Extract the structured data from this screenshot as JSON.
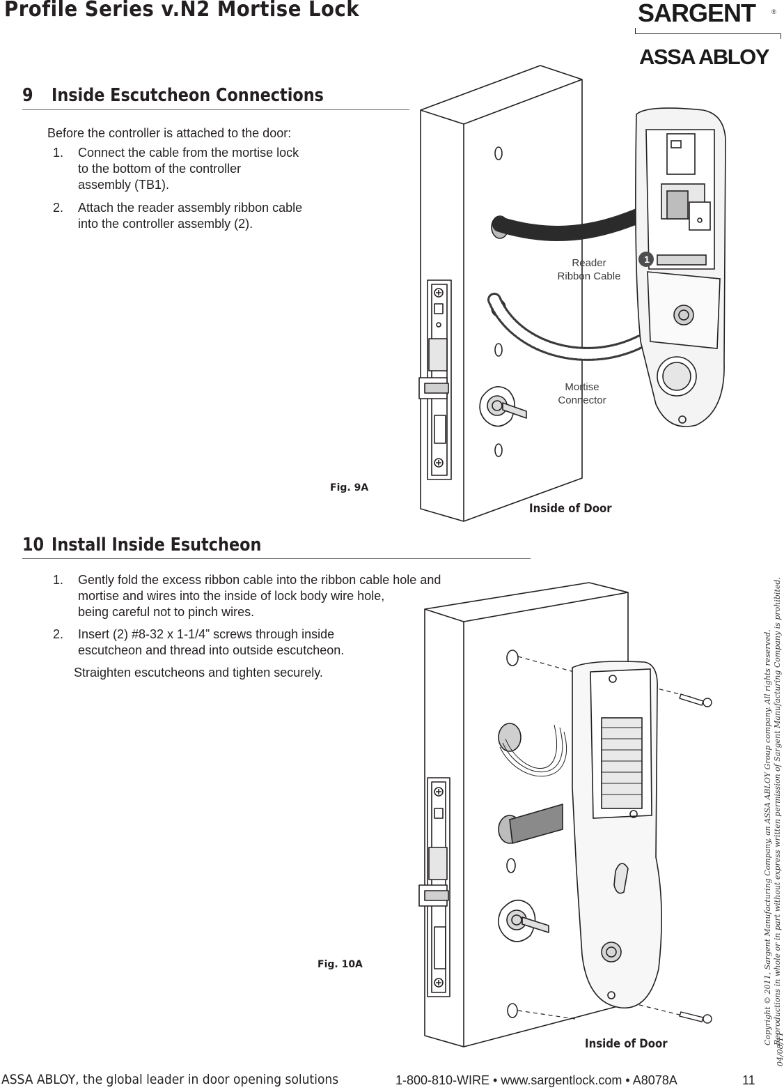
{
  "header": {
    "title": "Profile Series v.N2 Mortise Lock",
    "brand": "SARGENT",
    "brand_mark": "®",
    "parent_brand": "ASSA ABLOY"
  },
  "section9": {
    "number": "9",
    "title": "Inside Escutcheon Connections",
    "intro": "Before the controller is attached to the door:",
    "steps": [
      {
        "num": "1.",
        "text": "Connect the cable from the mortise lock\nto the bottom of the controller\nassembly (TB1)."
      },
      {
        "num": "2.",
        "text": "Attach the reader assembly ribbon cable\ninto the controller assembly (2)."
      }
    ],
    "figure": {
      "label": "Fig.  9A",
      "door_label": "Inside of Door",
      "callout_reader": "Reader\nRibbon Cable",
      "callout_mortise": "Mortise\nConnector",
      "badge": "1"
    }
  },
  "section10": {
    "number": "10",
    "title": "Install Inside Esutcheon",
    "steps": [
      {
        "num": "1.",
        "text": "Gently fold the excess ribbon cable into the ribbon cable hole and\nmortise and wires into the inside of lock body wire hole,\nbeing careful not to pinch wires."
      },
      {
        "num": "2.",
        "text": "Insert (2) #8-32 x 1-1/4” screws through inside\nescutcheon and thread into outside escutcheon."
      }
    ],
    "note": "Straighten escutcheons and tighten securely.",
    "figure": {
      "label": "Fig.  10A",
      "door_label": "Inside of Door"
    }
  },
  "side": {
    "copyright_line1": "Copyright © 2011, Sargent Manufacturing Company, an ASSA ABLOY Group company. All rights reserved.",
    "copyright_line2": "Reproductions in whole or in part without express written permission of Sargent Manufacturing Company is prohibited.",
    "date": "04/08/11"
  },
  "footer": {
    "tagline": "ASSA ABLOY, the global leader in door opening solutions",
    "contact": "1-800-810-WIRE • www.sargentlock.com • A8078A",
    "page": "11"
  }
}
